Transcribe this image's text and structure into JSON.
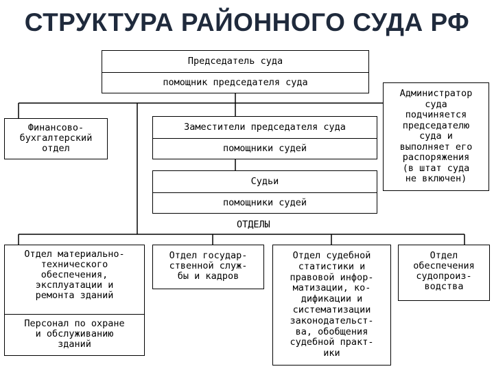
{
  "title": "СТРУКТУРА РАЙОННОГО СУДА РФ",
  "chair": {
    "title": "Председатель суда",
    "assistant": "помощник председателя суда"
  },
  "administrator": "Администратор\nсуда\nподчиняется\nпредседателю\nсуда и\nвыполняет его\nраспоряжения\n(в штат суда\nне включен)",
  "finance": "Финансово-\nбухгалтерский\nотдел",
  "deputies": {
    "title": "Заместители председателя суда",
    "assistants": "помощники судей"
  },
  "judges": {
    "title": "Судьи",
    "assistants": "помощники судей"
  },
  "departments_label": "ОТДЕЛЫ",
  "departments": [
    {
      "name": "Отдел материально-\nтехнического\nобеспечения,\nэксплуатации и\nремонта зданий",
      "sub": "Персонал по охране\nи обслуживанию\nзданий"
    },
    {
      "name": "Отдел государ-\nственной служ-\nбы и кадров"
    },
    {
      "name": "Отдел судебной\nстатистики и\nправовой инфор-\nматизации, ко-\nдификации и\nсистематизации\nзаконодательст-\nва, обобщения\nсудебной практ-\nики"
    },
    {
      "name": "Отдел\nобеспечения\nсудопроиз-\nводства"
    }
  ]
}
